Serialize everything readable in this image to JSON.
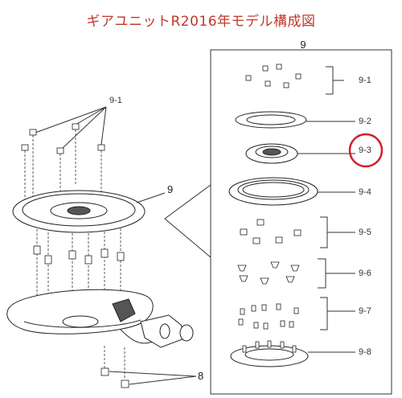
{
  "title": "ギアユニットR2016年モデル構成図",
  "labels": {
    "assembly": "9",
    "bolts": "9-1",
    "main_unit": "9",
    "bottom": "8"
  },
  "parts": [
    {
      "id": "9-1"
    },
    {
      "id": "9-2"
    },
    {
      "id": "9-3",
      "highlighted": true
    },
    {
      "id": "9-4"
    },
    {
      "id": "9-5"
    },
    {
      "id": "9-6"
    },
    {
      "id": "9-7"
    },
    {
      "id": "9-8"
    }
  ],
  "colors": {
    "title": "#c0392b",
    "highlight_circle": "#d0202a"
  }
}
